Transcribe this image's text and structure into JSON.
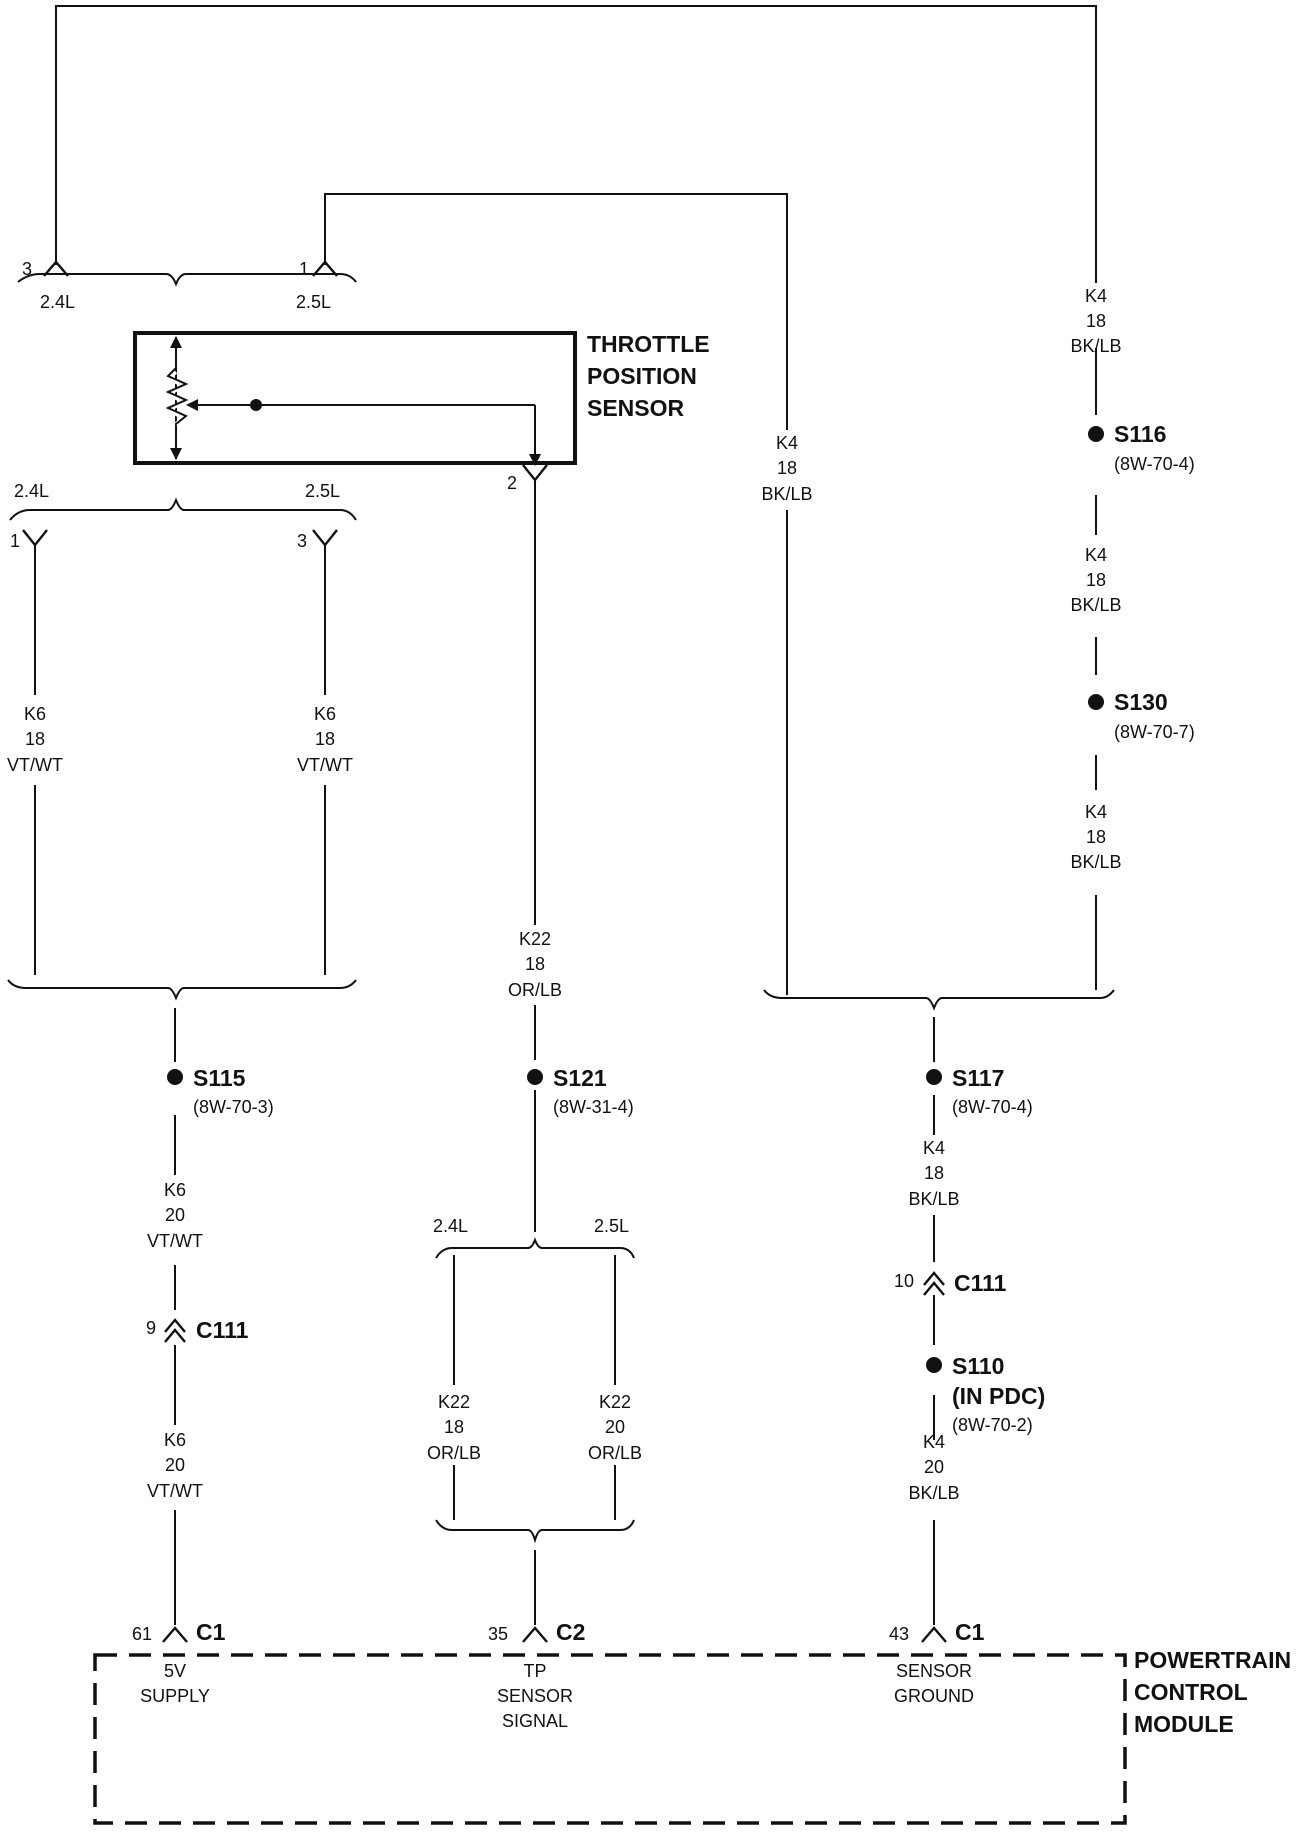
{
  "sensor": {
    "title_lines": [
      "THROTTLE",
      "POSITION",
      "SENSOR"
    ],
    "pins": {
      "pin3": "3",
      "pin1": "1",
      "pin2": "2"
    },
    "top_variants": {
      "left": "2.4L",
      "right": "2.5L"
    },
    "bottom_variants": {
      "left": "2.4L",
      "right": "2.5L"
    },
    "lower_pins": {
      "left": "1",
      "right": "3"
    }
  },
  "wires": {
    "k6_18_left": [
      "K6",
      "18",
      "VT/WT"
    ],
    "k6_18_right": [
      "K6",
      "18",
      "VT/WT"
    ],
    "k6_20_a": [
      "K6",
      "20",
      "VT/WT"
    ],
    "k6_20_b": [
      "K6",
      "20",
      "VT/WT"
    ],
    "k22_18": [
      "K22",
      "18",
      "OR/LB"
    ],
    "k22_18_b": [
      "K22",
      "18",
      "OR/LB"
    ],
    "k22_20": [
      "K22",
      "20",
      "OR/LB"
    ],
    "k4_mid": [
      "K4",
      "18",
      "BK/LB"
    ],
    "k4_r1": [
      "K4",
      "18",
      "BK/LB"
    ],
    "k4_r2": [
      "K4",
      "18",
      "BK/LB"
    ],
    "k4_r3": [
      "K4",
      "18",
      "BK/LB"
    ],
    "k4_18_low": [
      "K4",
      "18",
      "BK/LB"
    ],
    "k4_20": [
      "K4",
      "20",
      "BK/LB"
    ]
  },
  "k22_variants": {
    "left": "2.4L",
    "right": "2.5L"
  },
  "splices": {
    "s116": {
      "name": "S116",
      "ref": "(8W-70-4)"
    },
    "s130": {
      "name": "S130",
      "ref": "(8W-70-7)"
    },
    "s115": {
      "name": "S115",
      "ref": "(8W-70-3)"
    },
    "s121": {
      "name": "S121",
      "ref": "(8W-31-4)"
    },
    "s117": {
      "name": "S117",
      "ref": "(8W-70-4)"
    },
    "s110": {
      "name": "S110",
      "name2": "(IN PDC)",
      "ref": "(8W-70-2)"
    }
  },
  "inline_connectors": {
    "c111_left": {
      "pin": "9",
      "name": "C111"
    },
    "c111_right": {
      "pin": "10",
      "name": "C111"
    }
  },
  "pcm": {
    "title_lines": [
      "POWERTRAIN",
      "CONTROL",
      "MODULE"
    ],
    "c1_left": {
      "pin": "61",
      "name": "C1",
      "label_lines": [
        "5V",
        "SUPPLY"
      ]
    },
    "c2": {
      "pin": "35",
      "name": "C2",
      "label_lines": [
        "TP",
        "SENSOR",
        "SIGNAL"
      ]
    },
    "c1_right": {
      "pin": "43",
      "name": "C1",
      "label_lines": [
        "SENSOR",
        "GROUND"
      ]
    }
  }
}
